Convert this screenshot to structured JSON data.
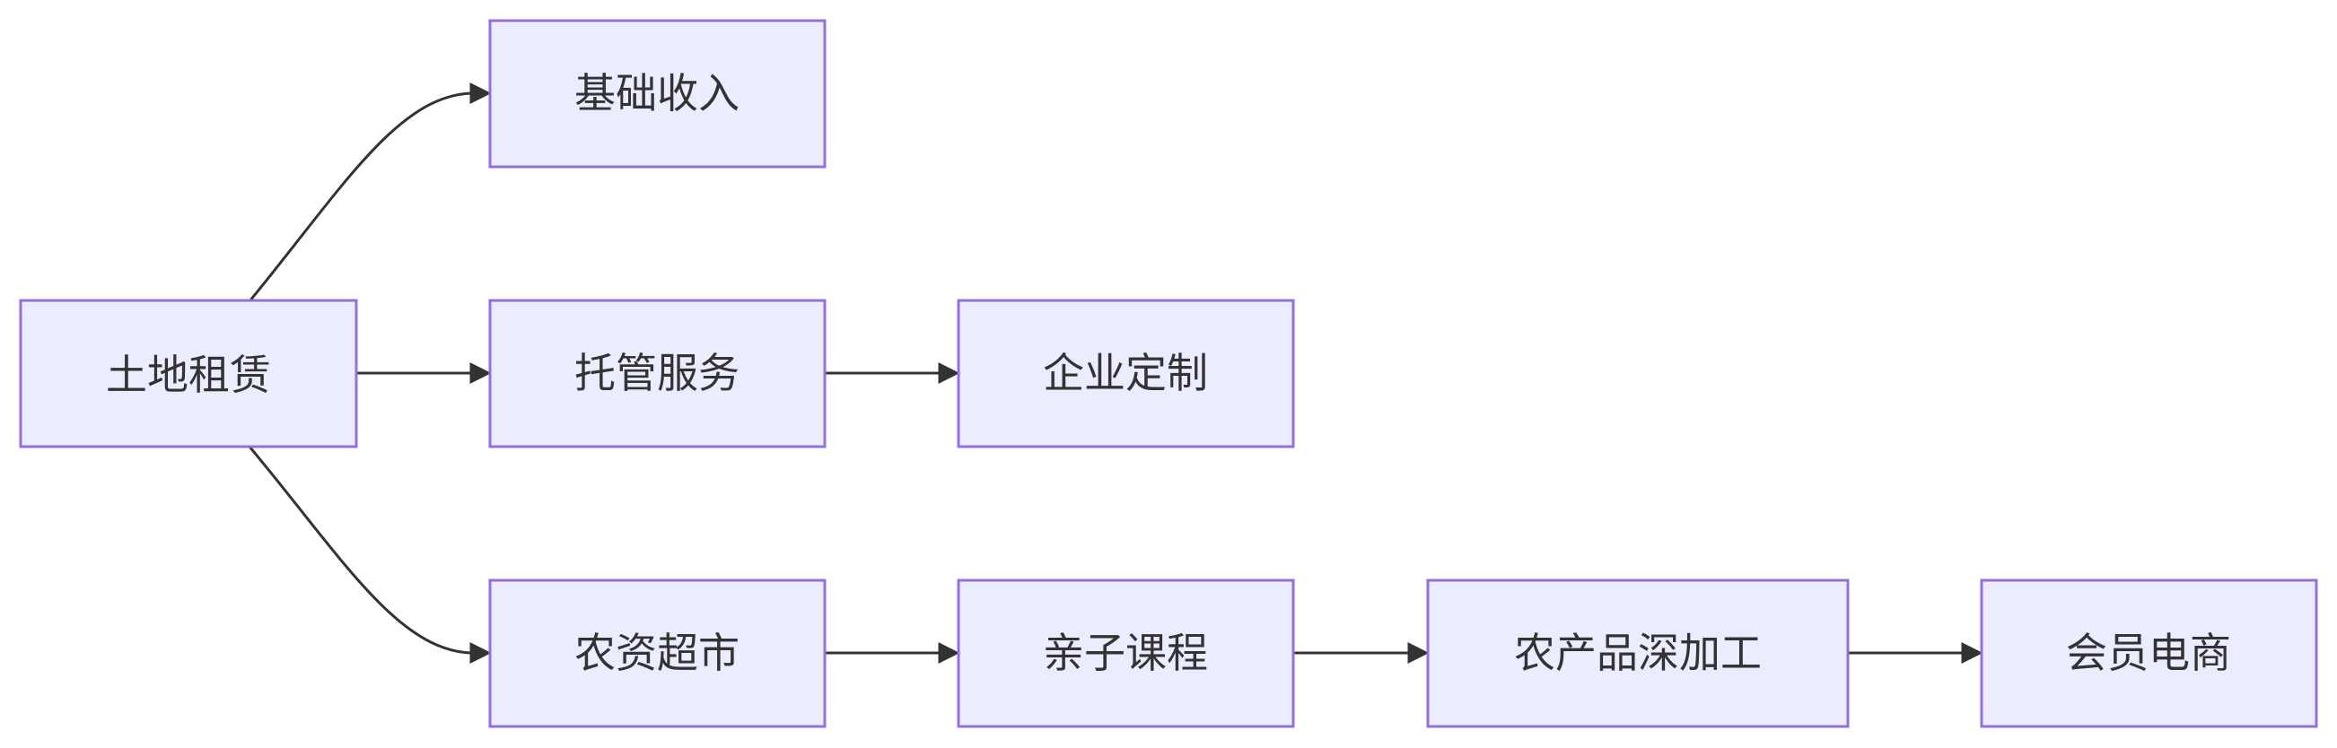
{
  "diagram": {
    "type": "flowchart",
    "direction": "left-to-right",
    "nodes": [
      {
        "id": "land_lease",
        "label": "土地租赁"
      },
      {
        "id": "base_income",
        "label": "基础收入"
      },
      {
        "id": "custody",
        "label": "托管服务"
      },
      {
        "id": "enterprise",
        "label": "企业定制"
      },
      {
        "id": "agri_supermarket",
        "label": "农资超市"
      },
      {
        "id": "parent_child",
        "label": "亲子课程"
      },
      {
        "id": "deep_processing",
        "label": "农产品深加工"
      },
      {
        "id": "member_ecom",
        "label": "会员电商"
      }
    ],
    "edges": [
      {
        "from": "land_lease",
        "to": "base_income"
      },
      {
        "from": "land_lease",
        "to": "custody"
      },
      {
        "from": "land_lease",
        "to": "agri_supermarket"
      },
      {
        "from": "custody",
        "to": "enterprise"
      },
      {
        "from": "agri_supermarket",
        "to": "parent_child"
      },
      {
        "from": "parent_child",
        "to": "deep_processing"
      },
      {
        "from": "deep_processing",
        "to": "member_ecom"
      }
    ],
    "colors": {
      "node_fill": "#ECECFF",
      "node_stroke": "#9370DB",
      "edge": "#333333",
      "text": "#333333"
    }
  }
}
